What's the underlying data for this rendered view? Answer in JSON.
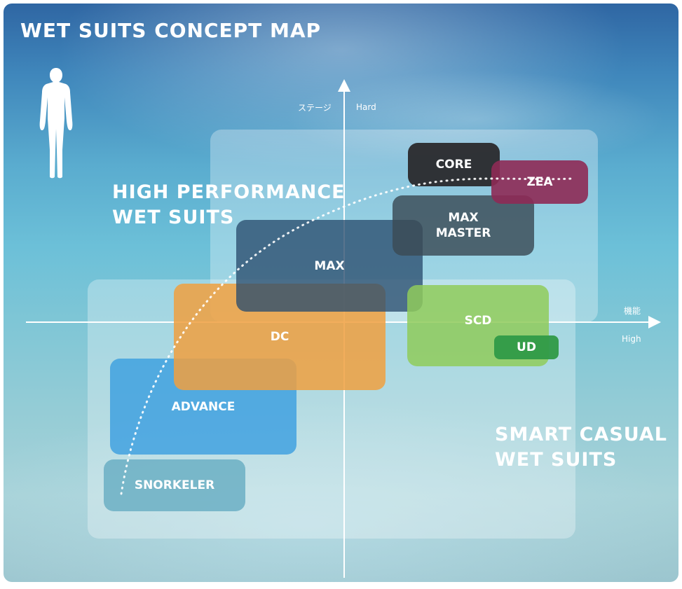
{
  "title": "WET SUITS CONCEPT MAP",
  "icons": {
    "suit": "wetsuit-silhouette-icon"
  },
  "groups": {
    "high": [
      "HIGH PERFORMANCE",
      "WET SUITS"
    ],
    "smart": [
      "SMART CASUAL",
      "WET SUITS"
    ]
  },
  "axes": {
    "y_name": "ステージ",
    "y_high": "Hard",
    "x_name": "機能",
    "x_high": "High"
  },
  "products": [
    {
      "key": "snorkeler",
      "label": "SNORKELER",
      "color": "#5fa8bf"
    },
    {
      "key": "advance",
      "label": "ADVANCE",
      "color": "#3a9ee0"
    },
    {
      "key": "dc",
      "label": "DC",
      "color": "#f0a040"
    },
    {
      "key": "max",
      "label": "MAX",
      "color": "#2a4d6e"
    },
    {
      "key": "scd",
      "label": "SCD",
      "color": "#8fcb5a"
    },
    {
      "key": "ud",
      "label": "UD",
      "color": "#2f9a47"
    },
    {
      "key": "max_master",
      "label": "MAX\nMASTER",
      "color": "#3b4a56"
    },
    {
      "key": "core",
      "label": "CORE",
      "color": "#2a2a2c"
    },
    {
      "key": "zea",
      "label": "ZEA",
      "color": "#8e2a55"
    }
  ],
  "colors": {
    "text": "#ffffff",
    "axis": "#ffffff",
    "curve": "#ffffff"
  }
}
